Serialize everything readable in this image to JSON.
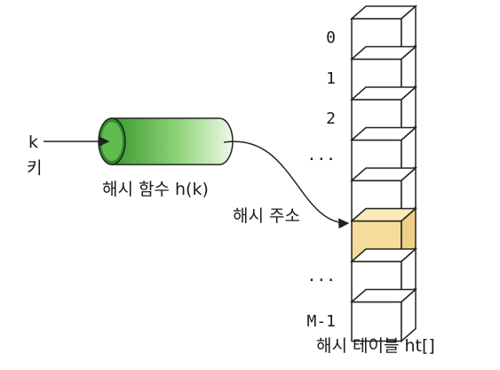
{
  "input": {
    "key_label": "k",
    "key_caption": "키"
  },
  "hash_function": {
    "label": "해시 함수 h(k)"
  },
  "hash_address": {
    "label": "해시 주소"
  },
  "hash_table": {
    "caption": "해시 테이블 ht[]",
    "slots": [
      {
        "index": "0",
        "highlighted": false
      },
      {
        "index": "1",
        "highlighted": false
      },
      {
        "index": "2",
        "highlighted": false
      },
      {
        "index": "···",
        "highlighted": false
      },
      {
        "index": "",
        "highlighted": false
      },
      {
        "index": "",
        "highlighted": true
      },
      {
        "index": "···",
        "highlighted": false
      },
      {
        "index": "M-1",
        "highlighted": false
      }
    ]
  },
  "colors": {
    "cylinder_dark": "#3a9a2e",
    "cylinder_light": "#e8f7e0",
    "highlight_fill": "#f6dc9a",
    "highlight_top": "#fbeab8",
    "highlight_side": "#efcf86",
    "box_fill": "#ffffff",
    "stroke": "#222222"
  }
}
